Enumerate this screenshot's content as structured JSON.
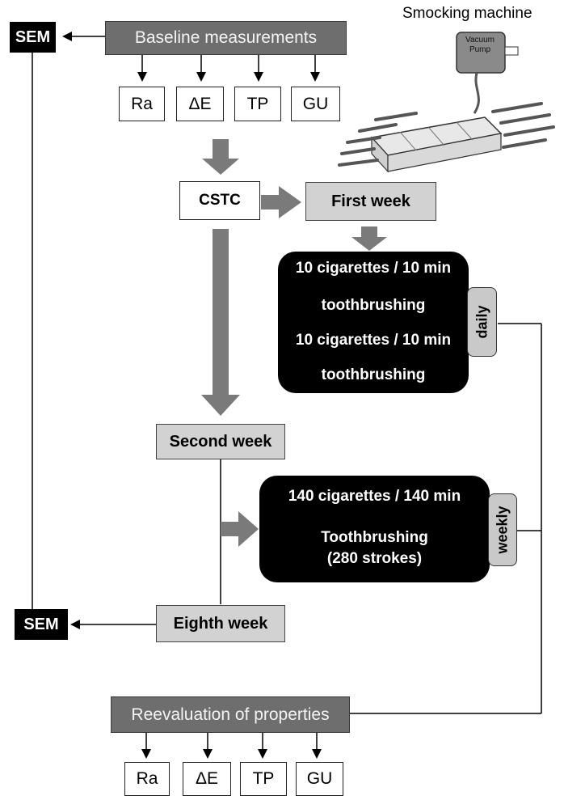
{
  "machine_title": "Smocking machine",
  "pump_label": "Vacuum Pump",
  "sem_top": "SEM",
  "sem_bottom": "SEM",
  "baseline": "Baseline measurements",
  "reevaluation": "Reevaluation of properties",
  "properties": [
    "Ra",
    "ΔE",
    "TP",
    "GU"
  ],
  "cstc": "CSTC",
  "first_week": "First week",
  "second_week": "Second week",
  "eighth_week": "Eighth week",
  "daily_steps": [
    "10 cigarettes / 10 min",
    "toothbrushing",
    "10 cigarettes / 10 min",
    "toothbrushing"
  ],
  "daily_label": "daily",
  "weekly_steps": [
    "140 cigarettes / 140 min",
    "Toothbrushing",
    "(280 strokes)"
  ],
  "weekly_label": "weekly"
}
